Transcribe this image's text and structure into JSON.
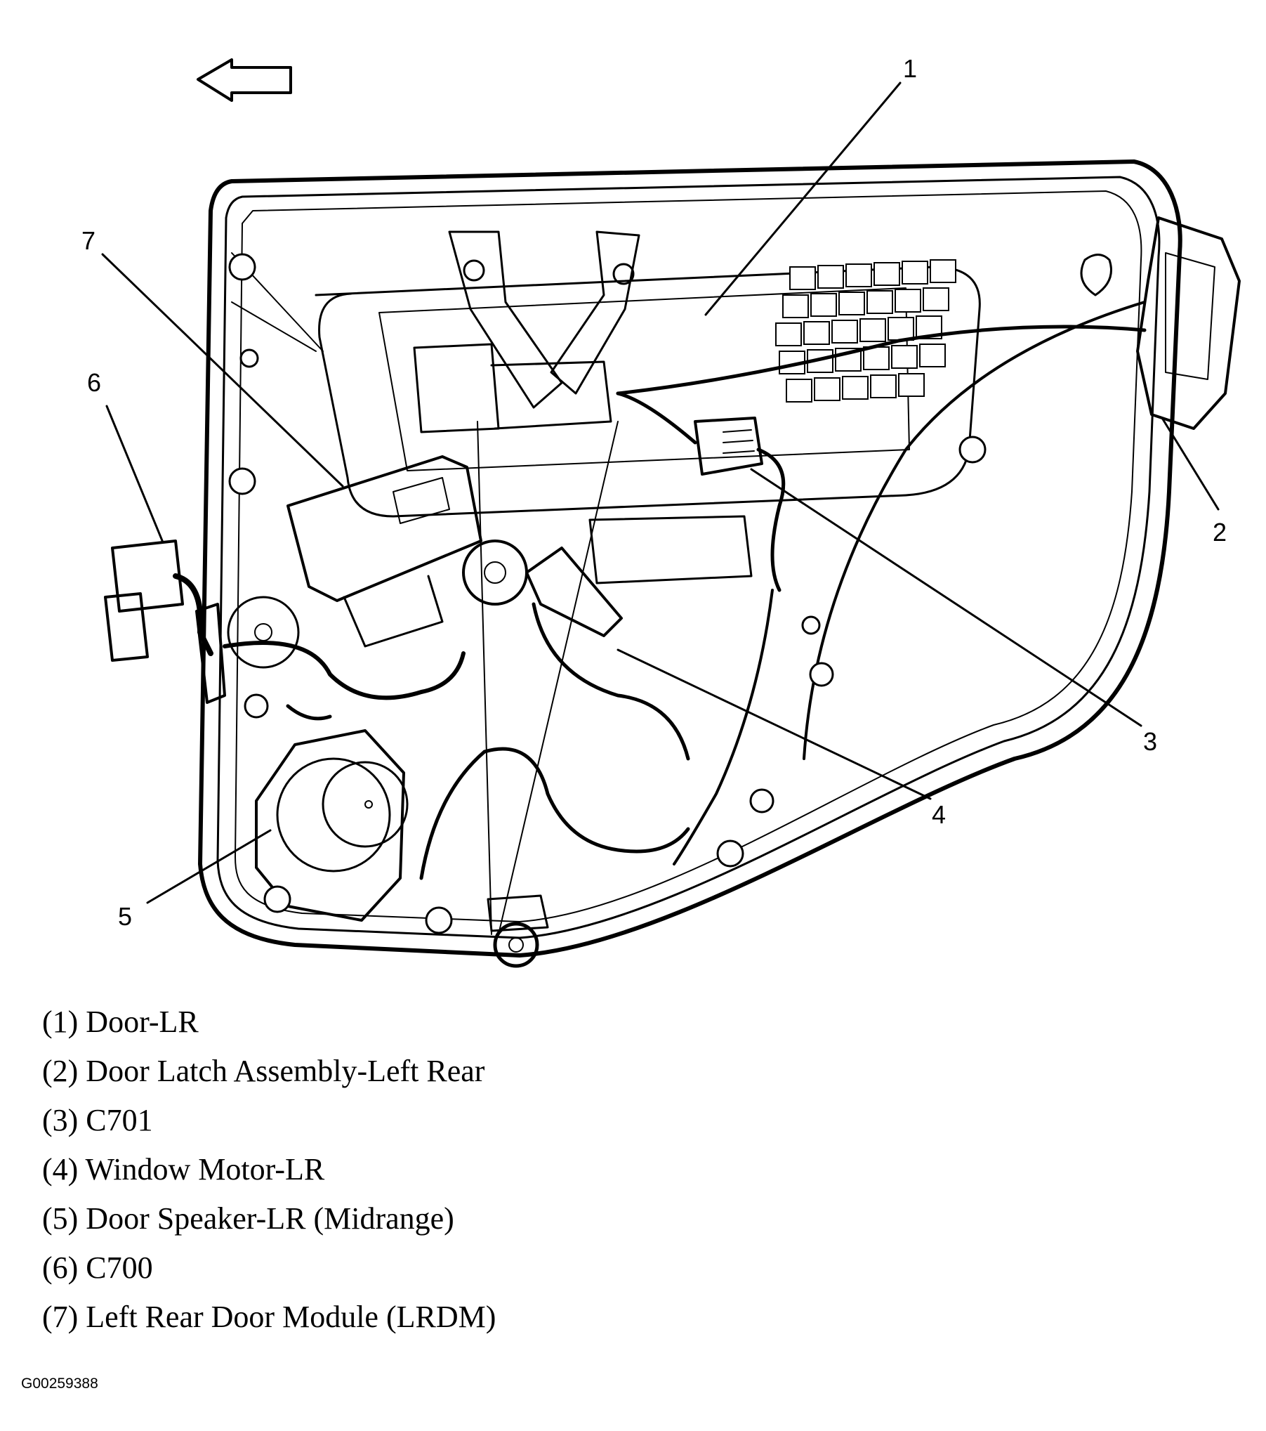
{
  "callouts": [
    {
      "number": "1",
      "label": "Door-LR"
    },
    {
      "number": "2",
      "label": "Door Latch Assembly-Left Rear"
    },
    {
      "number": "3",
      "label": "C701"
    },
    {
      "number": "4",
      "label": "Window Motor-LR"
    },
    {
      "number": "5",
      "label": "Door Speaker-LR (Midrange)"
    },
    {
      "number": "6",
      "label": "C700"
    },
    {
      "number": "7",
      "label": "Left Rear Door Module (LRDM)"
    }
  ],
  "legend": [
    "(1) Door-LR",
    "(2) Door Latch Assembly-Left Rear",
    "(3) C701",
    "(4) Window Motor-LR",
    "(5) Door Speaker-LR (Midrange)",
    "(6) C700",
    "(7) Left Rear Door Module (LRDM)"
  ],
  "figure_id": "G00259388"
}
